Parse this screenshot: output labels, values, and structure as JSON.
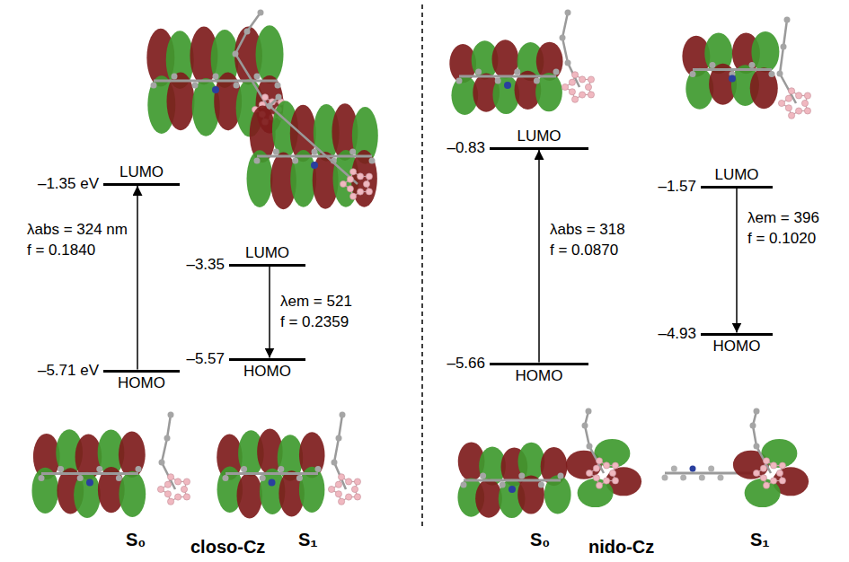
{
  "diagram": {
    "nodes": [
      {
        "text": [
          "–1.35 eV",
          "LUMO"
        ]
      },
      {
        "text": [
          "–5.71 eV",
          "HOMO"
        ]
      },
      {
        "text": [
          "–3.35",
          "LUMO"
        ]
      },
      {
        "text": [
          "–5.57",
          "HOMO"
        ]
      },
      {
        "text": [
          "–0.83",
          "LUMO"
        ]
      },
      {
        "text": [
          "–5.66",
          "HOMO"
        ]
      },
      {
        "text": [
          "–1.57",
          "LUMO"
        ]
      },
      {
        "text": [
          "–4.93",
          "HOMO"
        ]
      }
    ],
    "edges": [
      {
        "from": 1,
        "to": 0,
        "arrow": "to",
        "label": "λabs = 324 nm f = 0.1840"
      },
      {
        "from": 2,
        "to": 3,
        "arrow": "to",
        "label": "λem = 521 f = 0.2359"
      },
      {
        "from": 5,
        "to": 4,
        "arrow": "to",
        "label": "λabs = 318 f = 0.0870"
      },
      {
        "from": 6,
        "to": 7,
        "arrow": "to",
        "label": "λem = 396 f = 0.1020"
      }
    ],
    "labels": [
      "S₀",
      "S₁",
      "closo-Cz",
      "S₀",
      "S₁",
      "nido-Cz"
    ]
  }
}
